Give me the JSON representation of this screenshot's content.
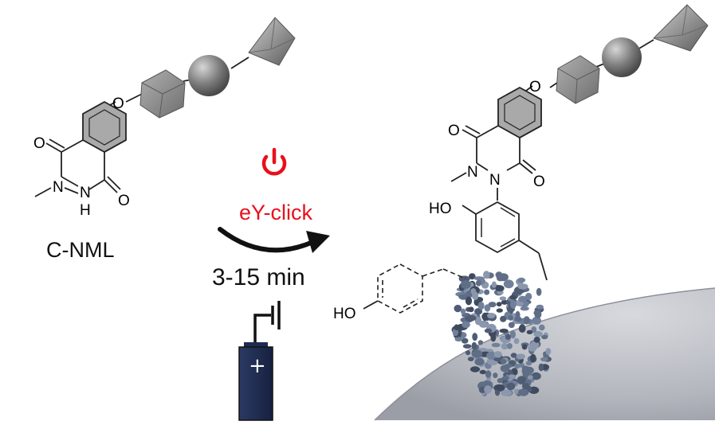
{
  "compound": {
    "name": "C-NML",
    "atoms": {
      "oxygen": "O",
      "nitrogen": "N",
      "nh": "H",
      "hydroxyl": "HO"
    }
  },
  "reaction": {
    "method": "eY-click",
    "time": "3-15 min",
    "electrode_sign": "+",
    "power_color": "#e8101c",
    "arrow_color": "#111111"
  },
  "icons": [
    "glycan-cube-icon",
    "glycan-sphere-icon",
    "glycan-octahedron-icon",
    "power-icon",
    "battery-icon",
    "protein-icon",
    "cell-surface-icon"
  ],
  "colors": {
    "glycan": "#8a8a8a",
    "protein": "#5f6e86",
    "battery": "#1f2c4f",
    "surface": "#b9bcc4"
  }
}
